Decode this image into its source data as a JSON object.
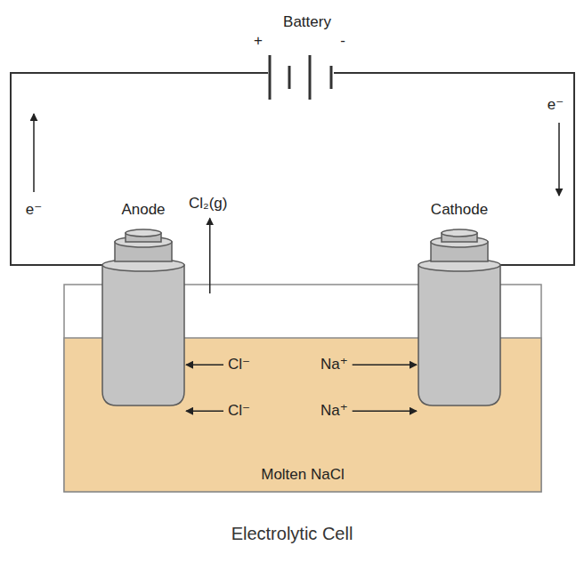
{
  "diagram": {
    "caption": "Electrolytic Cell",
    "nodes": [
      {
        "text": [
          "Battery",
          "+",
          "-"
        ]
      },
      {
        "text": [
          "Anode"
        ]
      },
      {
        "text": [
          "Cathode"
        ]
      },
      {
        "text": [
          "Molten NaCl"
        ]
      }
    ],
    "edges": [
      {
        "from": 1,
        "to": 0,
        "arrow": "none",
        "label": "e⁻"
      },
      {
        "from": 0,
        "to": 2,
        "arrow": "none",
        "label": "e⁻"
      }
    ],
    "labels": [
      "Cl₂(g)",
      "Cl⁻",
      "Cl⁻",
      "Na⁺",
      "Na⁺"
    ]
  }
}
